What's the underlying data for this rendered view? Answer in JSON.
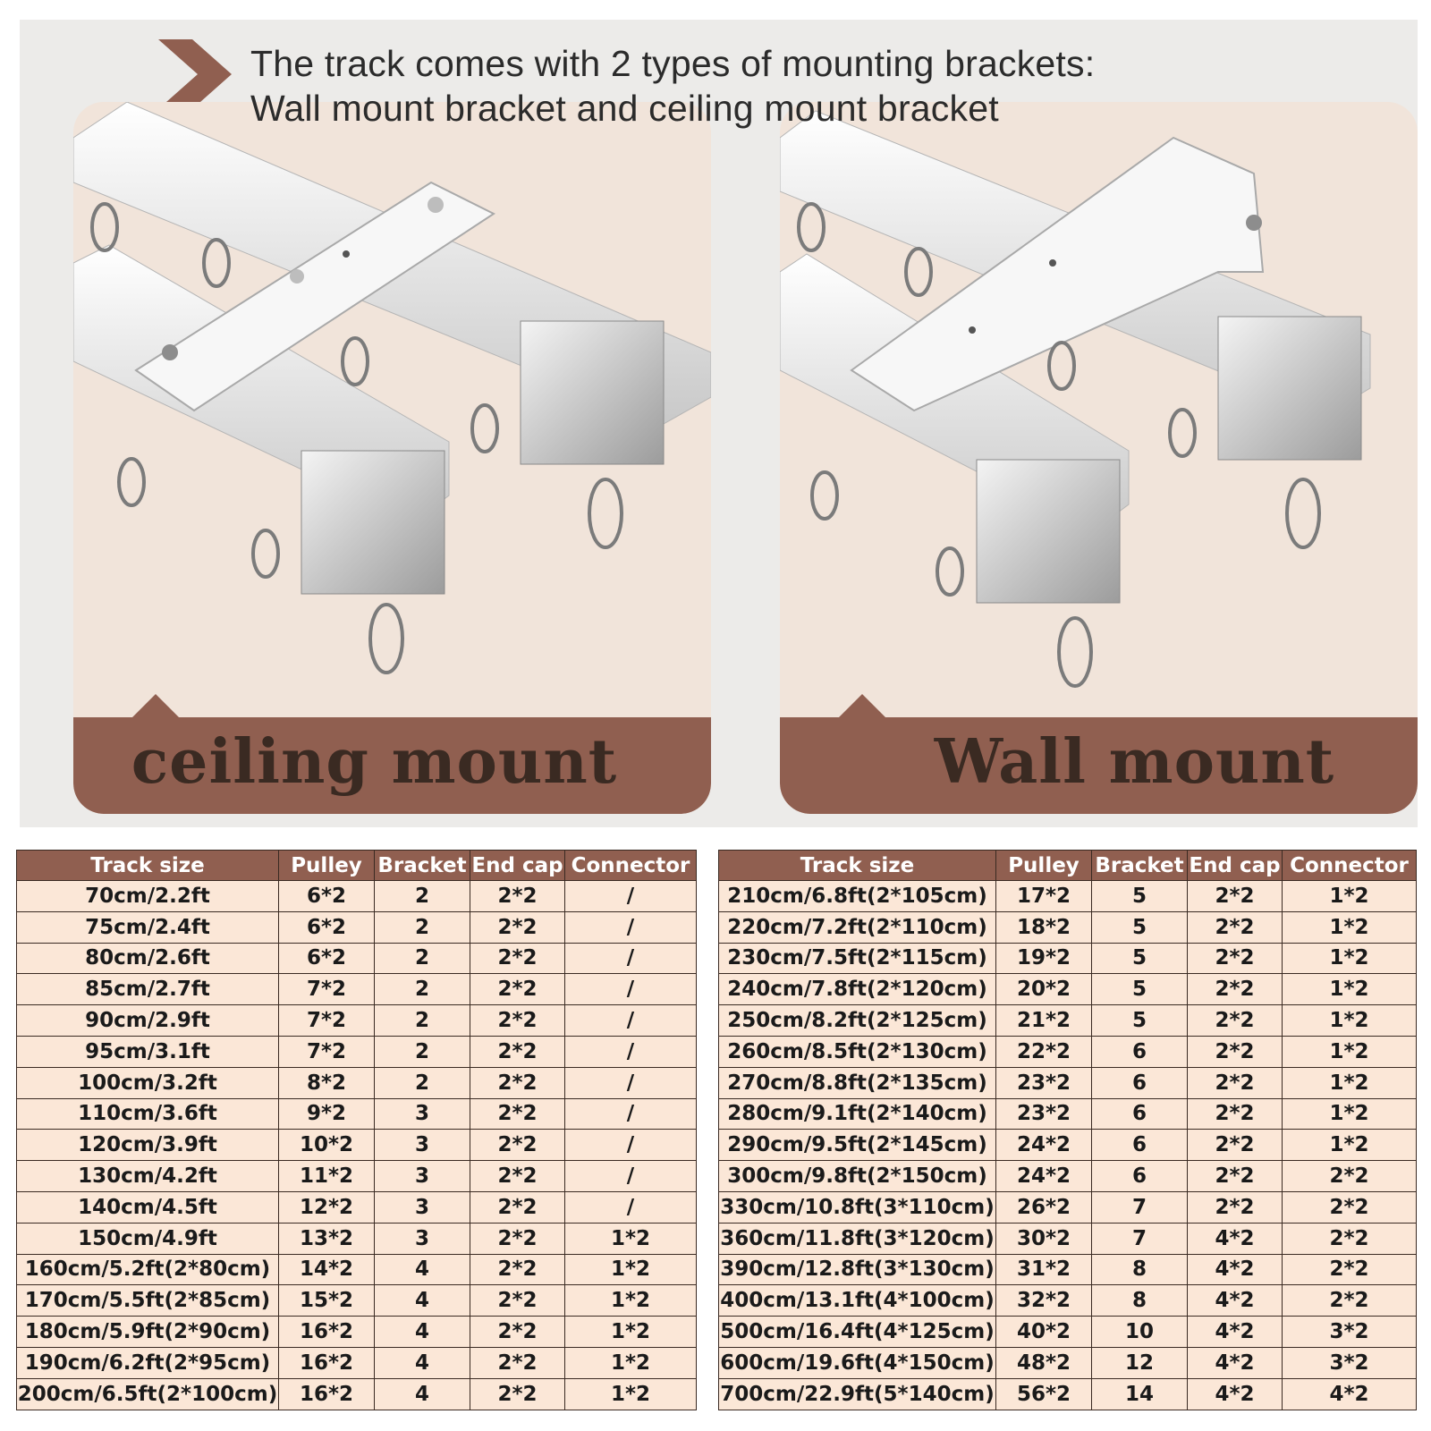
{
  "headline": {
    "line1": "The track comes with 2 types of mounting brackets:",
    "line2": "Wall mount bracket and ceiling mount bracket"
  },
  "panels": {
    "ceiling": {
      "label": "ceiling mount"
    },
    "wall": {
      "label": "Wall mount"
    }
  },
  "colors": {
    "accent": "#905f50",
    "panel_bg": "#f1e4da",
    "cell_bg": "#fbe7d7",
    "page_bg": "#ecebe9"
  },
  "icons": {
    "headline_marker": "chevron-right-icon"
  },
  "table_headers": [
    "Track size",
    "Pulley",
    "Bracket",
    "End cap",
    "Connector"
  ],
  "table_left": [
    [
      "70cm/2.2ft",
      "6*2",
      "2",
      "2*2",
      "/"
    ],
    [
      "75cm/2.4ft",
      "6*2",
      "2",
      "2*2",
      "/"
    ],
    [
      "80cm/2.6ft",
      "6*2",
      "2",
      "2*2",
      "/"
    ],
    [
      "85cm/2.7ft",
      "7*2",
      "2",
      "2*2",
      "/"
    ],
    [
      "90cm/2.9ft",
      "7*2",
      "2",
      "2*2",
      "/"
    ],
    [
      "95cm/3.1ft",
      "7*2",
      "2",
      "2*2",
      "/"
    ],
    [
      "100cm/3.2ft",
      "8*2",
      "2",
      "2*2",
      "/"
    ],
    [
      "110cm/3.6ft",
      "9*2",
      "3",
      "2*2",
      "/"
    ],
    [
      "120cm/3.9ft",
      "10*2",
      "3",
      "2*2",
      "/"
    ],
    [
      "130cm/4.2ft",
      "11*2",
      "3",
      "2*2",
      "/"
    ],
    [
      "140cm/4.5ft",
      "12*2",
      "3",
      "2*2",
      "/"
    ],
    [
      "150cm/4.9ft",
      "13*2",
      "3",
      "2*2",
      "1*2"
    ],
    [
      "160cm/5.2ft(2*80cm)",
      "14*2",
      "4",
      "2*2",
      "1*2"
    ],
    [
      "170cm/5.5ft(2*85cm)",
      "15*2",
      "4",
      "2*2",
      "1*2"
    ],
    [
      "180cm/5.9ft(2*90cm)",
      "16*2",
      "4",
      "2*2",
      "1*2"
    ],
    [
      "190cm/6.2ft(2*95cm)",
      "16*2",
      "4",
      "2*2",
      "1*2"
    ],
    [
      "200cm/6.5ft(2*100cm)",
      "16*2",
      "4",
      "2*2",
      "1*2"
    ]
  ],
  "table_right": [
    [
      "210cm/6.8ft(2*105cm)",
      "17*2",
      "5",
      "2*2",
      "1*2"
    ],
    [
      "220cm/7.2ft(2*110cm)",
      "18*2",
      "5",
      "2*2",
      "1*2"
    ],
    [
      "230cm/7.5ft(2*115cm)",
      "19*2",
      "5",
      "2*2",
      "1*2"
    ],
    [
      "240cm/7.8ft(2*120cm)",
      "20*2",
      "5",
      "2*2",
      "1*2"
    ],
    [
      "250cm/8.2ft(2*125cm)",
      "21*2",
      "5",
      "2*2",
      "1*2"
    ],
    [
      "260cm/8.5ft(2*130cm)",
      "22*2",
      "6",
      "2*2",
      "1*2"
    ],
    [
      "270cm/8.8ft(2*135cm)",
      "23*2",
      "6",
      "2*2",
      "1*2"
    ],
    [
      "280cm/9.1ft(2*140cm)",
      "23*2",
      "6",
      "2*2",
      "1*2"
    ],
    [
      "290cm/9.5ft(2*145cm)",
      "24*2",
      "6",
      "2*2",
      "1*2"
    ],
    [
      "300cm/9.8ft(2*150cm)",
      "24*2",
      "6",
      "2*2",
      "2*2"
    ],
    [
      "330cm/10.8ft(3*110cm)",
      "26*2",
      "7",
      "2*2",
      "2*2"
    ],
    [
      "360cm/11.8ft(3*120cm)",
      "30*2",
      "7",
      "4*2",
      "2*2"
    ],
    [
      "390cm/12.8ft(3*130cm)",
      "31*2",
      "8",
      "4*2",
      "2*2"
    ],
    [
      "400cm/13.1ft(4*100cm)",
      "32*2",
      "8",
      "4*2",
      "2*2"
    ],
    [
      "500cm/16.4ft(4*125cm)",
      "40*2",
      "10",
      "4*2",
      "3*2"
    ],
    [
      "600cm/19.6ft(4*150cm)",
      "48*2",
      "12",
      "4*2",
      "3*2"
    ],
    [
      "700cm/22.9ft(5*140cm)",
      "56*2",
      "14",
      "4*2",
      "4*2"
    ]
  ]
}
